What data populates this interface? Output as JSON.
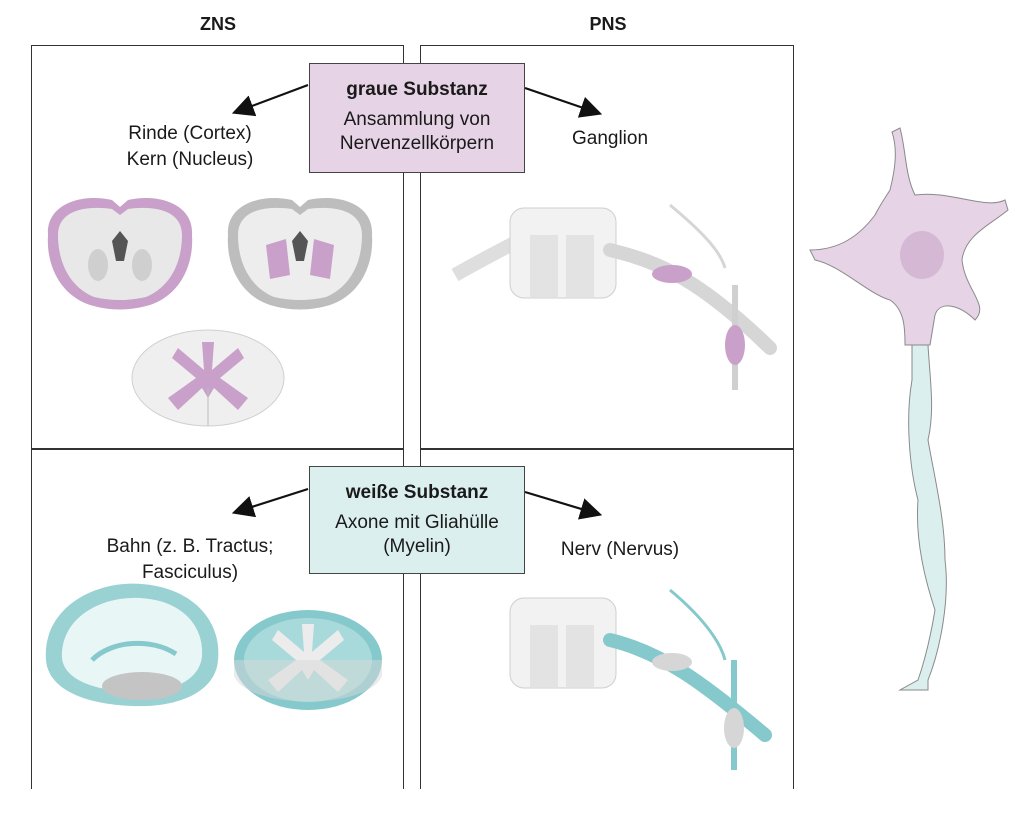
{
  "columns": {
    "left": "ZNS",
    "right": "PNS"
  },
  "gray": {
    "title": "graue Substanz",
    "desc_line1": "Ansammlung von",
    "desc_line2": "Nervenzellkörpern",
    "left_line1": "Rinde (Cortex)",
    "left_line2": "Kern (Nucleus)",
    "right": "Ganglion",
    "color": "#e6d3e6",
    "accent": "#c9a0c9"
  },
  "white": {
    "title": "weiße Substanz",
    "desc_line1": "Axone mit Gliahülle",
    "desc_line2": "(Myelin)",
    "left_line1": "Bahn (z. B. Tractus;",
    "left_line2": "Fasciculus)",
    "right": "Nerv (Nervus)",
    "color": "#dcefef",
    "accent": "#86c9cc"
  }
}
